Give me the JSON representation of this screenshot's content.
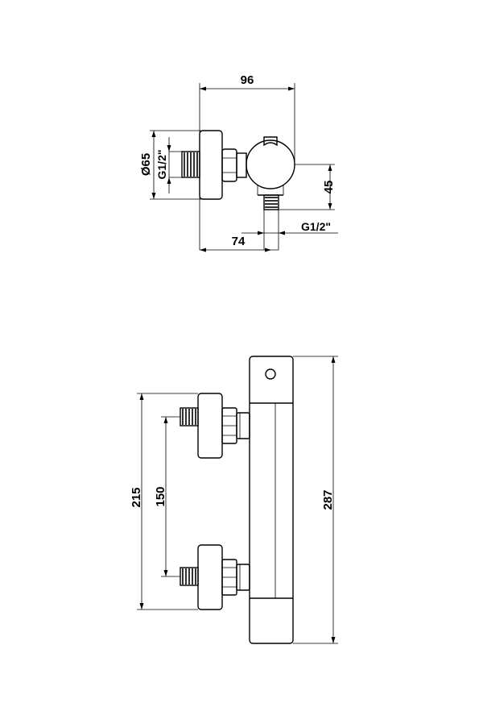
{
  "top_view": {
    "dim_width": "96",
    "dim_diameter": "Ø65",
    "dim_inlet_thread": "G1/2\"",
    "dim_height": "45",
    "dim_outlet_thread": "G1/2\"",
    "dim_offset": "74"
  },
  "front_view": {
    "dim_outer_span": "215",
    "dim_inlet_spacing": "150",
    "dim_total_length": "287"
  }
}
